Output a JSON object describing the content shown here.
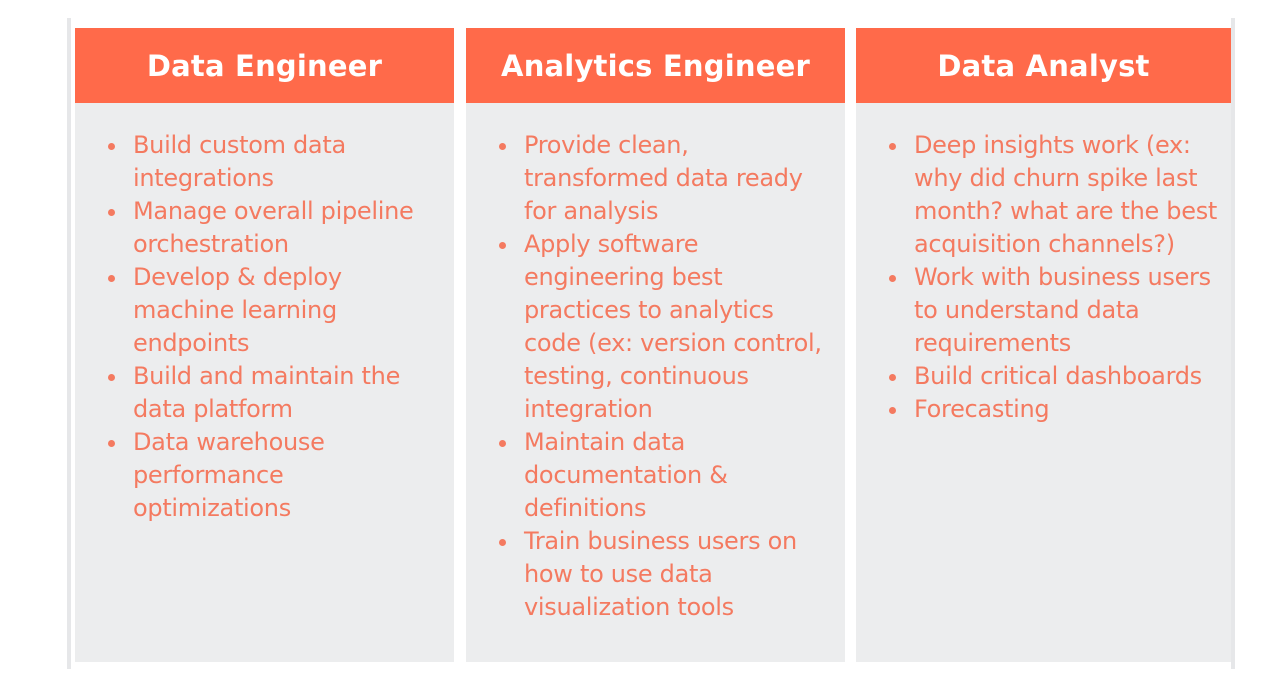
{
  "columns": [
    {
      "title": "Data Engineer",
      "items": [
        "Build custom data integrations",
        "Manage overall pipeline orchestration",
        "Develop & deploy machine learning endpoints",
        "Build and maintain the data platform",
        "Data warehouse performance optimizations"
      ]
    },
    {
      "title": "Analytics Engineer",
      "items": [
        "Provide clean, transformed data ready for analysis",
        "Apply software engineering best practices to analytics code (ex: version control, testing, continuous integration",
        "Maintain data documentation & definitions",
        "Train business users on how to use data visualization  tools"
      ]
    },
    {
      "title": "Data Analyst",
      "items": [
        "Deep insights work (ex: why did churn spike last month? what are the best acquisition channels?)",
        "Work with business users to understand data requirements",
        "Build critical dashboards",
        "Forecasting"
      ]
    }
  ],
  "colors": {
    "header": "#ff6a4a",
    "body": "#ecedee",
    "text": "#f47a60"
  }
}
